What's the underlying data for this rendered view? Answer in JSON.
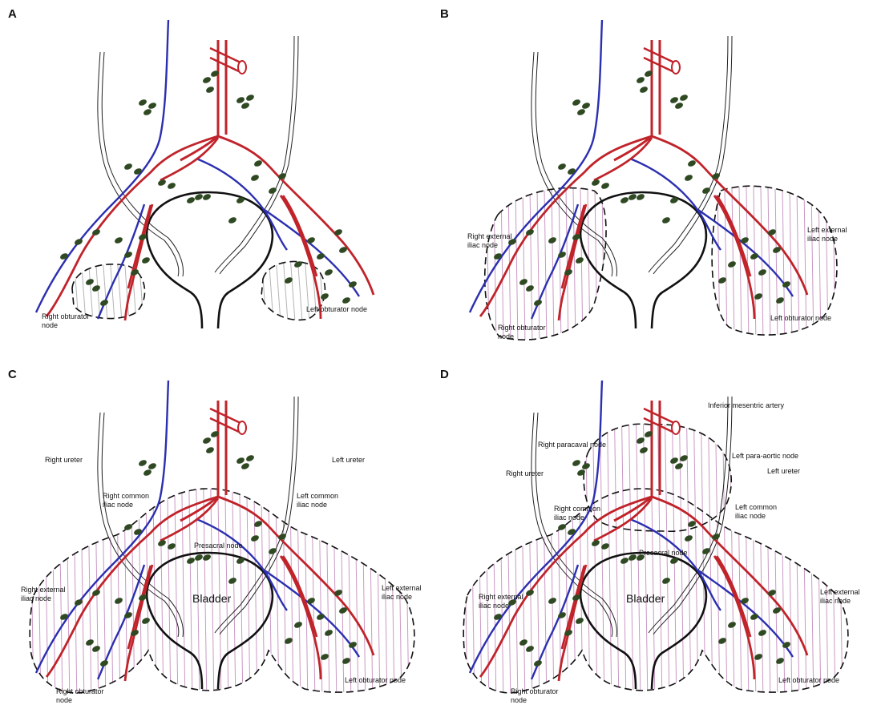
{
  "figure": {
    "panels": [
      {
        "letter": "A",
        "nodes": [
          "right-obturator",
          "left-obturator"
        ],
        "labels": [
          {
            "id": "right-obturator",
            "lines": [
              "Right obturator",
              "node"
            ]
          },
          {
            "id": "left-obturator",
            "lines": [
              "Left obturator node"
            ]
          }
        ],
        "bladder_label": ""
      },
      {
        "letter": "B",
        "nodes": [
          "right-pelvic",
          "left-pelvic"
        ],
        "labels": [
          {
            "id": "right-external-iliac",
            "lines": [
              "Right external",
              "iliac node"
            ]
          },
          {
            "id": "right-obturator",
            "lines": [
              "Right obturator",
              "node"
            ]
          },
          {
            "id": "left-external-iliac",
            "lines": [
              "Left external",
              "iliac node"
            ]
          },
          {
            "id": "left-obturator",
            "lines": [
              "Left obturator node"
            ]
          }
        ],
        "bladder_label": ""
      },
      {
        "letter": "C",
        "nodes": [
          "common"
        ],
        "labels": [
          {
            "id": "right-ureter",
            "lines": [
              "Right ureter"
            ]
          },
          {
            "id": "left-ureter",
            "lines": [
              "Left ureter"
            ]
          },
          {
            "id": "right-common-iliac",
            "lines": [
              "Right common",
              "iliac node"
            ]
          },
          {
            "id": "left-common-iliac",
            "lines": [
              "Left common",
              "iliac node"
            ]
          },
          {
            "id": "presacral",
            "lines": [
              "Presacral node"
            ]
          },
          {
            "id": "right-external-iliac",
            "lines": [
              "Right external",
              "iliac node"
            ]
          },
          {
            "id": "left-external-iliac",
            "lines": [
              "Left external",
              "iliac node"
            ]
          },
          {
            "id": "right-obturator",
            "lines": [
              "Right obturator",
              "node"
            ]
          },
          {
            "id": "left-obturator",
            "lines": [
              "Left obturator node"
            ]
          }
        ],
        "bladder_label": "Bladder"
      },
      {
        "letter": "D",
        "nodes": [
          "common",
          "paraaortic"
        ],
        "labels": [
          {
            "id": "inferior-mesentric",
            "lines": [
              "Inferior mesentric artery"
            ]
          },
          {
            "id": "right-paracaval",
            "lines": [
              "Right paracaval node"
            ]
          },
          {
            "id": "left-paraaortic",
            "lines": [
              "Left para-aortic node"
            ]
          },
          {
            "id": "right-ureter",
            "lines": [
              "Right ureter"
            ]
          },
          {
            "id": "left-ureter",
            "lines": [
              "Left ureter"
            ]
          },
          {
            "id": "right-common-iliac",
            "lines": [
              "Right common",
              "iliac node"
            ]
          },
          {
            "id": "left-common-iliac",
            "lines": [
              "Left common",
              "iliac node"
            ]
          },
          {
            "id": "presacral",
            "lines": [
              "Presacral node"
            ]
          },
          {
            "id": "right-external-iliac",
            "lines": [
              "Right external",
              "iliac node"
            ]
          },
          {
            "id": "left-external-iliac",
            "lines": [
              "Left external",
              "iliac node"
            ]
          },
          {
            "id": "right-obturator",
            "lines": [
              "Right obturator",
              "node"
            ]
          },
          {
            "id": "left-obturator",
            "lines": [
              "Left obturator node"
            ]
          }
        ],
        "bladder_label": "Bladder"
      }
    ]
  },
  "colors": {
    "artery": "#c0232a",
    "vein": "#2b2fb0",
    "lymph_node": "#2f4a22",
    "hatch": "#c99ac4",
    "hatch_sparse": "#b5b5b5",
    "outline": "#111111"
  }
}
